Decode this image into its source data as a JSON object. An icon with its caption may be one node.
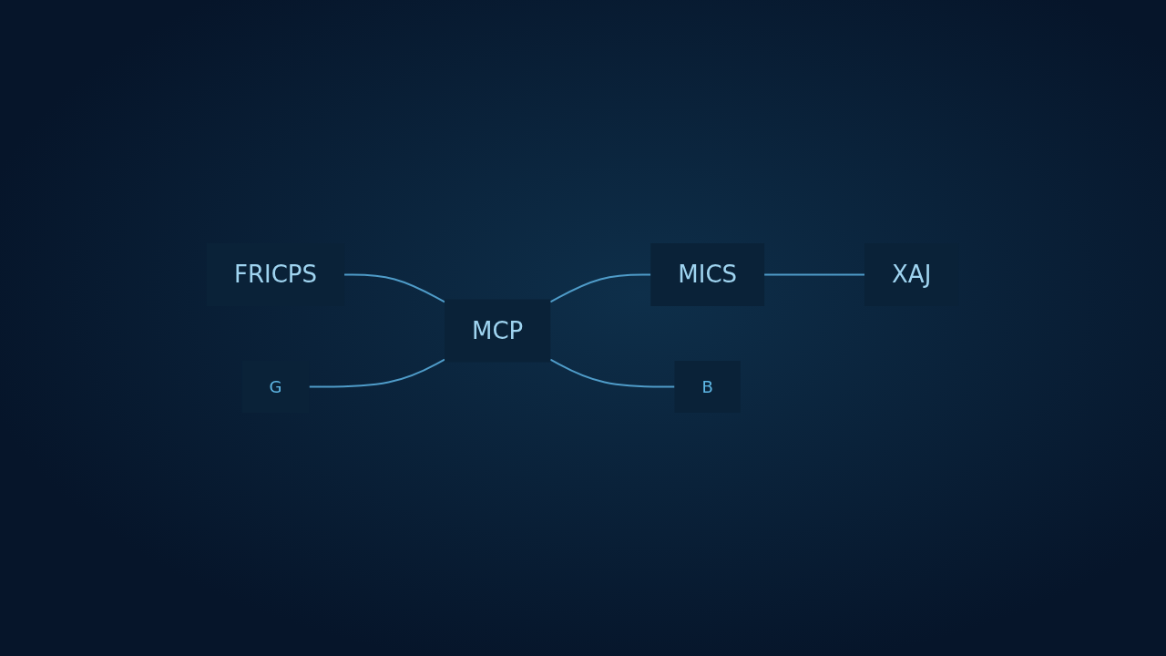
{
  "diagram": {
    "nodes": [
      {
        "text": [
          "FRICPS"
        ]
      },
      {
        "text": [
          "MCP"
        ]
      },
      {
        "text": [
          "MICS"
        ]
      },
      {
        "text": [
          "XAJ"
        ]
      },
      {
        "text": [
          "G"
        ]
      },
      {
        "text": [
          "B"
        ]
      }
    ],
    "edges": [
      {
        "from": 0,
        "to": 1,
        "arrow": "none"
      },
      {
        "from": 1,
        "to": 2,
        "arrow": "none"
      },
      {
        "from": 2,
        "to": 3,
        "arrow": "none"
      },
      {
        "from": 4,
        "to": 1,
        "arrow": "none"
      },
      {
        "from": 1,
        "to": 5,
        "arrow": "none"
      }
    ]
  }
}
